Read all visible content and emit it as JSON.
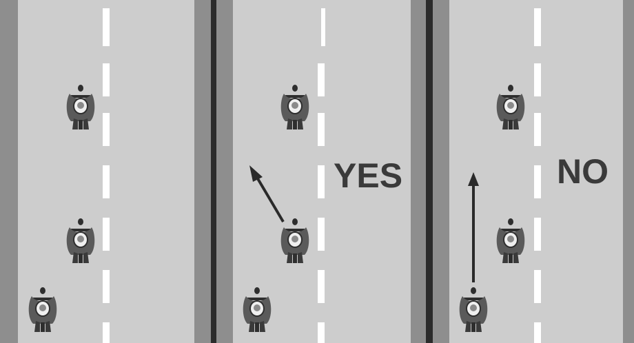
{
  "panels": [
    {
      "id": "panel-1",
      "label": "",
      "arrow": "none"
    },
    {
      "id": "panel-2",
      "label": "YES",
      "arrow": "diagonal-left"
    },
    {
      "id": "panel-3",
      "label": "NO",
      "arrow": "straight-up"
    }
  ],
  "icons": {
    "rider": "motorcycle-rider-icon",
    "arrow": "arrow-icon"
  },
  "colors": {
    "road": "#cdcdcd",
    "shoulder": "#8e8e8e",
    "divider": "#2b2b2b",
    "lane_marking": "#ffffff",
    "arrow": "#2a2a2a",
    "label": "#3a3a3a"
  }
}
